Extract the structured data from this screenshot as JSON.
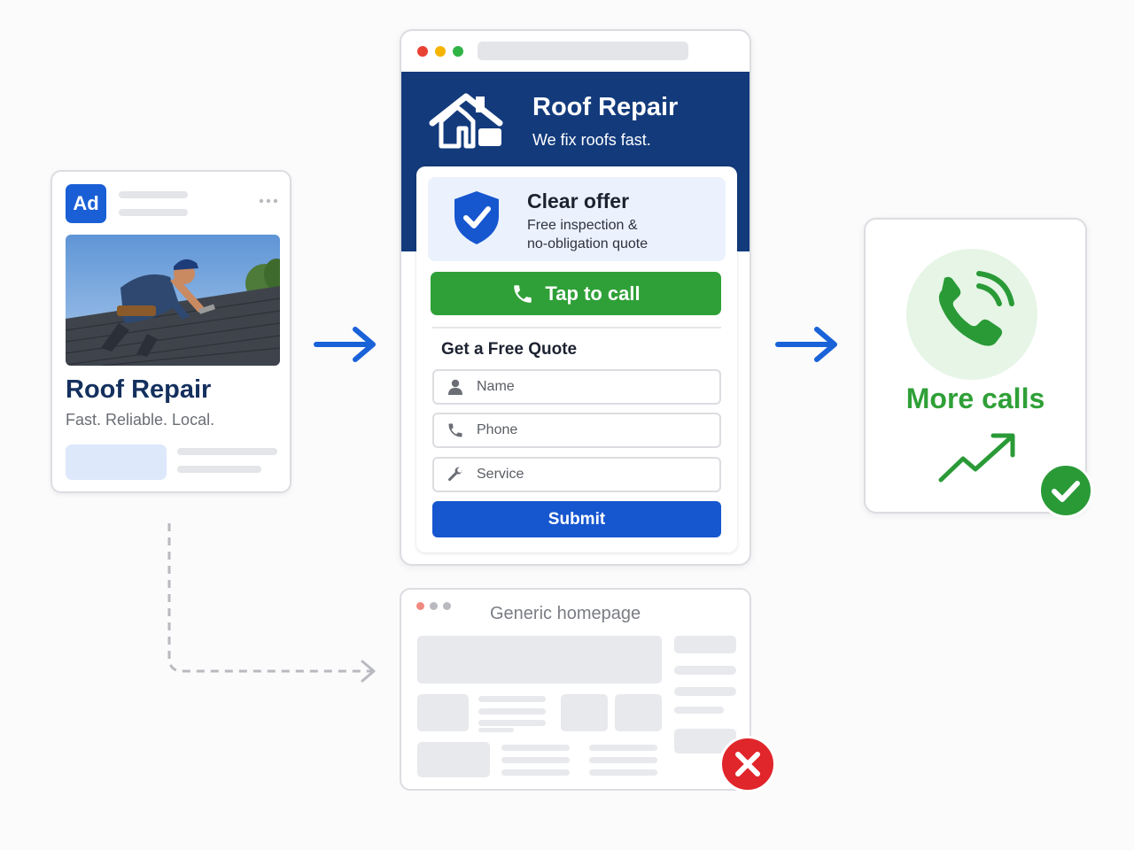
{
  "ad": {
    "badge": "Ad",
    "title": "Roof Repair",
    "subtitle": "Fast. Reliable. Local."
  },
  "landing": {
    "hero_title": "Roof Repair",
    "hero_subtitle": "We fix roofs fast.",
    "offer_title": "Clear offer",
    "offer_line1": "Free inspection &",
    "offer_line2": "no-obligation quote",
    "call_label": "Tap to call",
    "quote_title": "Get a Free Quote",
    "fields": {
      "name": "Name",
      "phone": "Phone",
      "service": "Service"
    },
    "submit_label": "Submit"
  },
  "generic": {
    "title": "Generic homepage"
  },
  "result": {
    "label": "More calls"
  },
  "colors": {
    "brand_blue": "#1656cf",
    "header_navy": "#133b7c",
    "success_green": "#2fa037",
    "error_red": "#e0262a"
  },
  "icons": [
    "house-icon",
    "shield-check-icon",
    "phone-icon",
    "user-icon",
    "wrench-icon",
    "phone-ringing-icon",
    "trend-up-icon",
    "check-icon",
    "x-icon",
    "arrow-right-icon",
    "dashed-arrow-icon"
  ]
}
